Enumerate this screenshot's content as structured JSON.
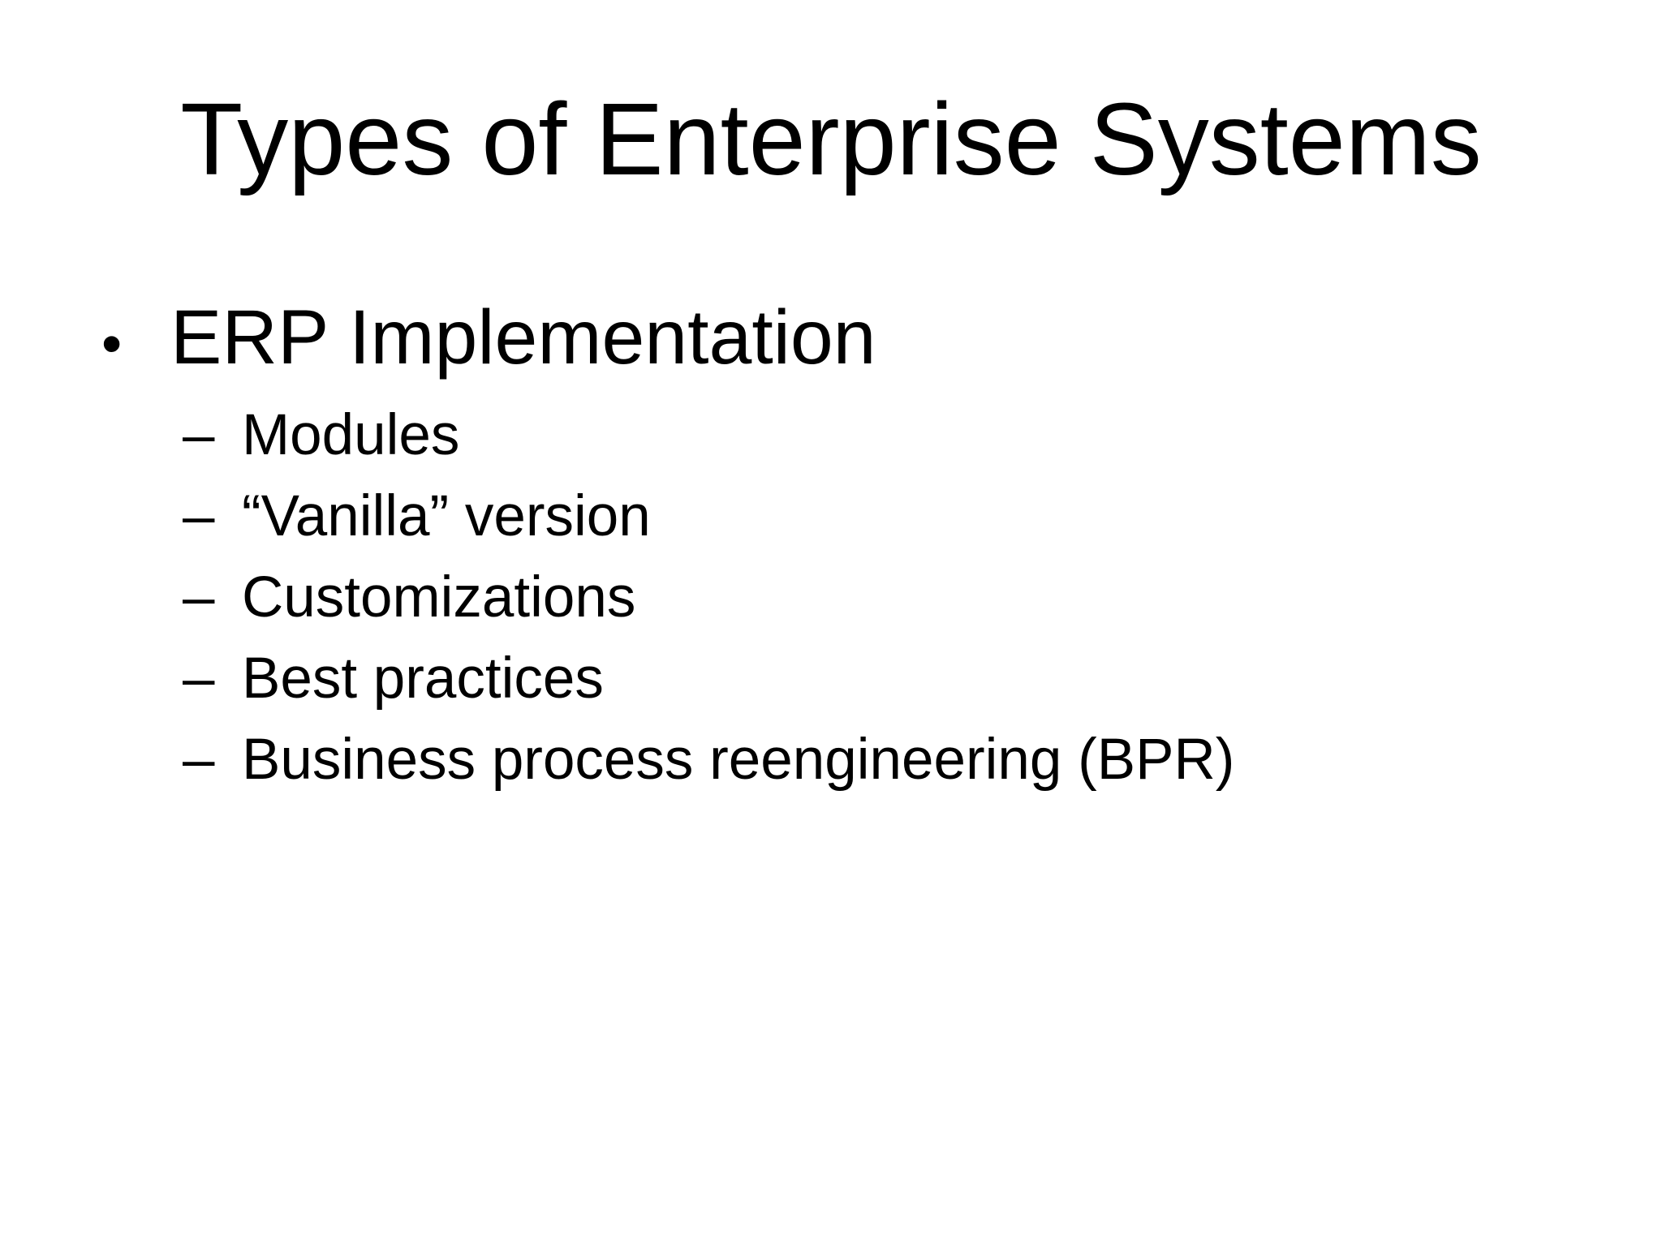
{
  "slide": {
    "title": "Types of Enterprise Systems",
    "bullet": {
      "marker": "•",
      "label": "ERP Implementation"
    },
    "sub_bullets": [
      {
        "marker": "–",
        "label": "Modules"
      },
      {
        "marker": "–",
        "label": "“Vanilla” version"
      },
      {
        "marker": "–",
        "label": "Customizations"
      },
      {
        "marker": "–",
        "label": "Best practices"
      },
      {
        "marker": "–",
        "label": "Business process reengineering (BPR)"
      }
    ],
    "colors": {
      "background": "#ffffff",
      "text": "#000000"
    }
  }
}
